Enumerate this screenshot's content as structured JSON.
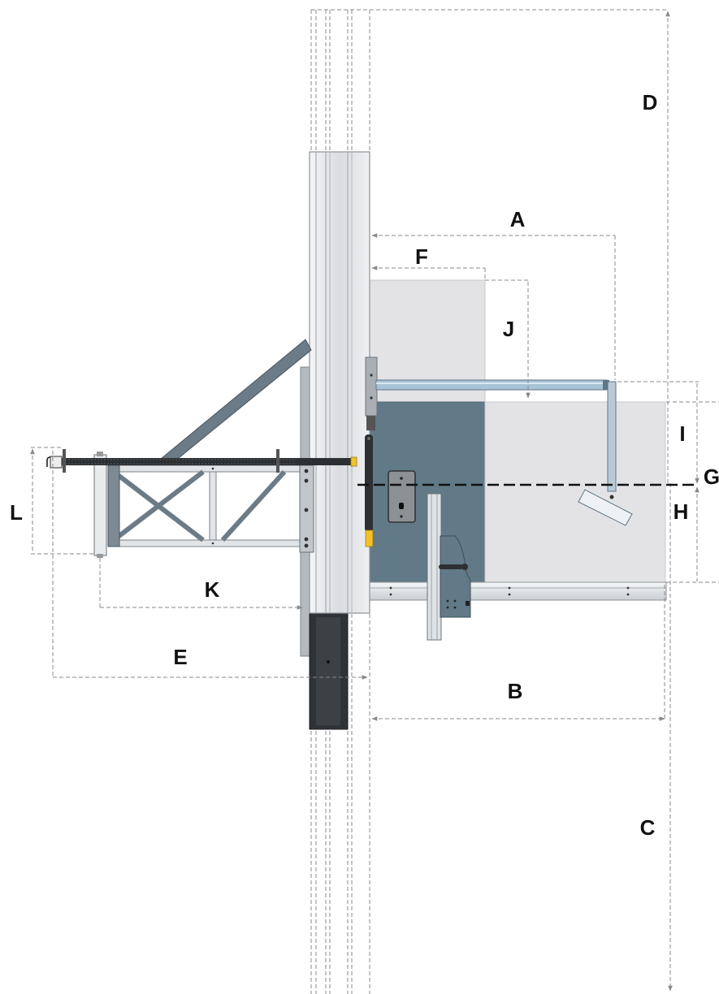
{
  "diagram": {
    "labels": {
      "A": "A",
      "B": "B",
      "C": "C",
      "D": "D",
      "E": "E",
      "F": "F",
      "G": "G",
      "H": "H",
      "I": "I",
      "J": "J",
      "K": "K",
      "L": "L"
    },
    "colors": {
      "panel_light": "#e3e3e6",
      "panel_dark": "#627a87",
      "rail": "#e9eaec",
      "beam": "#2d3033",
      "frame": "#7d8a94",
      "accent_yellow": "#f2c22c",
      "dimension_line": "#8a8a8a"
    }
  }
}
